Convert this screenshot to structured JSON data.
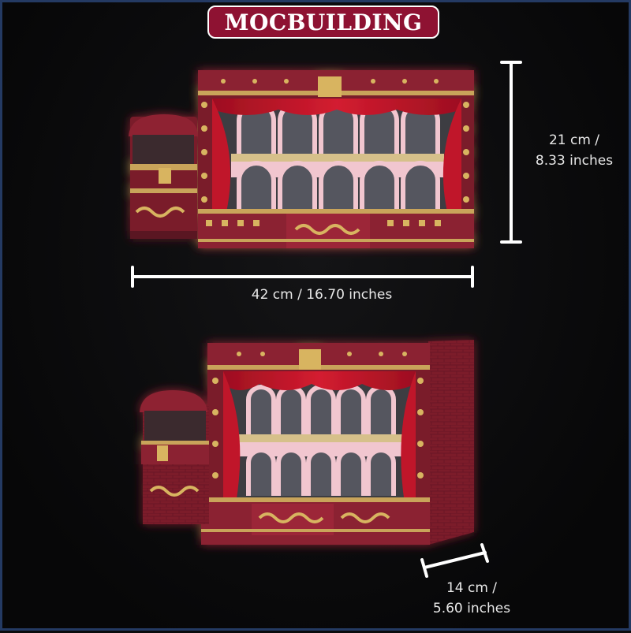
{
  "brand": {
    "label": "MOCBUILDING",
    "color": "#8e1232"
  },
  "dimensions": {
    "height": {
      "line1": "21 cm /",
      "line2": "8.33 inches"
    },
    "width": {
      "label": "42 cm / 16.70 inches"
    },
    "depth": {
      "line1": "14 cm /",
      "line2": "5.60 inches"
    }
  },
  "colors": {
    "background": "#0b0b0d",
    "frame_border": "#243a63",
    "maroon": "#7a1d2a",
    "maroon_dark": "#5a1220",
    "gold": "#c9a45a",
    "curtain_red": "#c0162a",
    "pink": "#f1c6cf",
    "grey": "#5a5c63"
  }
}
